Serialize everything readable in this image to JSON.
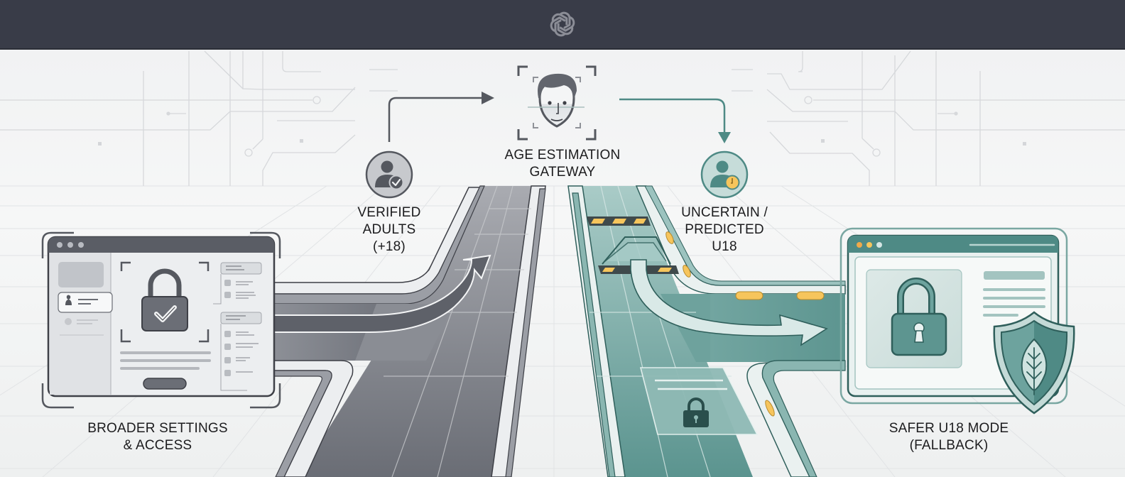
{
  "header": {
    "logo_icon": "openai-knot-logo-icon",
    "background": "#393c48"
  },
  "gateway": {
    "title_line1": "AGE ESTIMATION",
    "title_line2": "GATEWAY",
    "icon": "face-scan-icon"
  },
  "branches": {
    "adult": {
      "label_line1": "VERIFIED",
      "label_line2": "ADULTS",
      "label_line3": "(+18)",
      "icon": "user-check-icon",
      "color": "#5f626b"
    },
    "minor": {
      "label_line1": "UNCERTAIN /",
      "label_line2": "PREDICTED",
      "label_line3": "U18",
      "icon": "user-clock-icon",
      "color": "#4e8a85"
    }
  },
  "destinations": {
    "adult": {
      "label_line1": "BROADER SETTINGS",
      "label_line2": "& ACCESS",
      "icon": "lock-check-icon"
    },
    "minor": {
      "label_line1": "SAFER U18 MODE",
      "label_line2": "(FALLBACK)",
      "icon": "lock-keyhole-icon",
      "badge_icon": "shield-leaf-icon"
    }
  },
  "colors": {
    "gray_road": "#6b6e76",
    "teal_road": "#5e9893",
    "teal_dark": "#2f5f5b",
    "amber": "#f6c55c",
    "text": "#1c1c1e"
  }
}
